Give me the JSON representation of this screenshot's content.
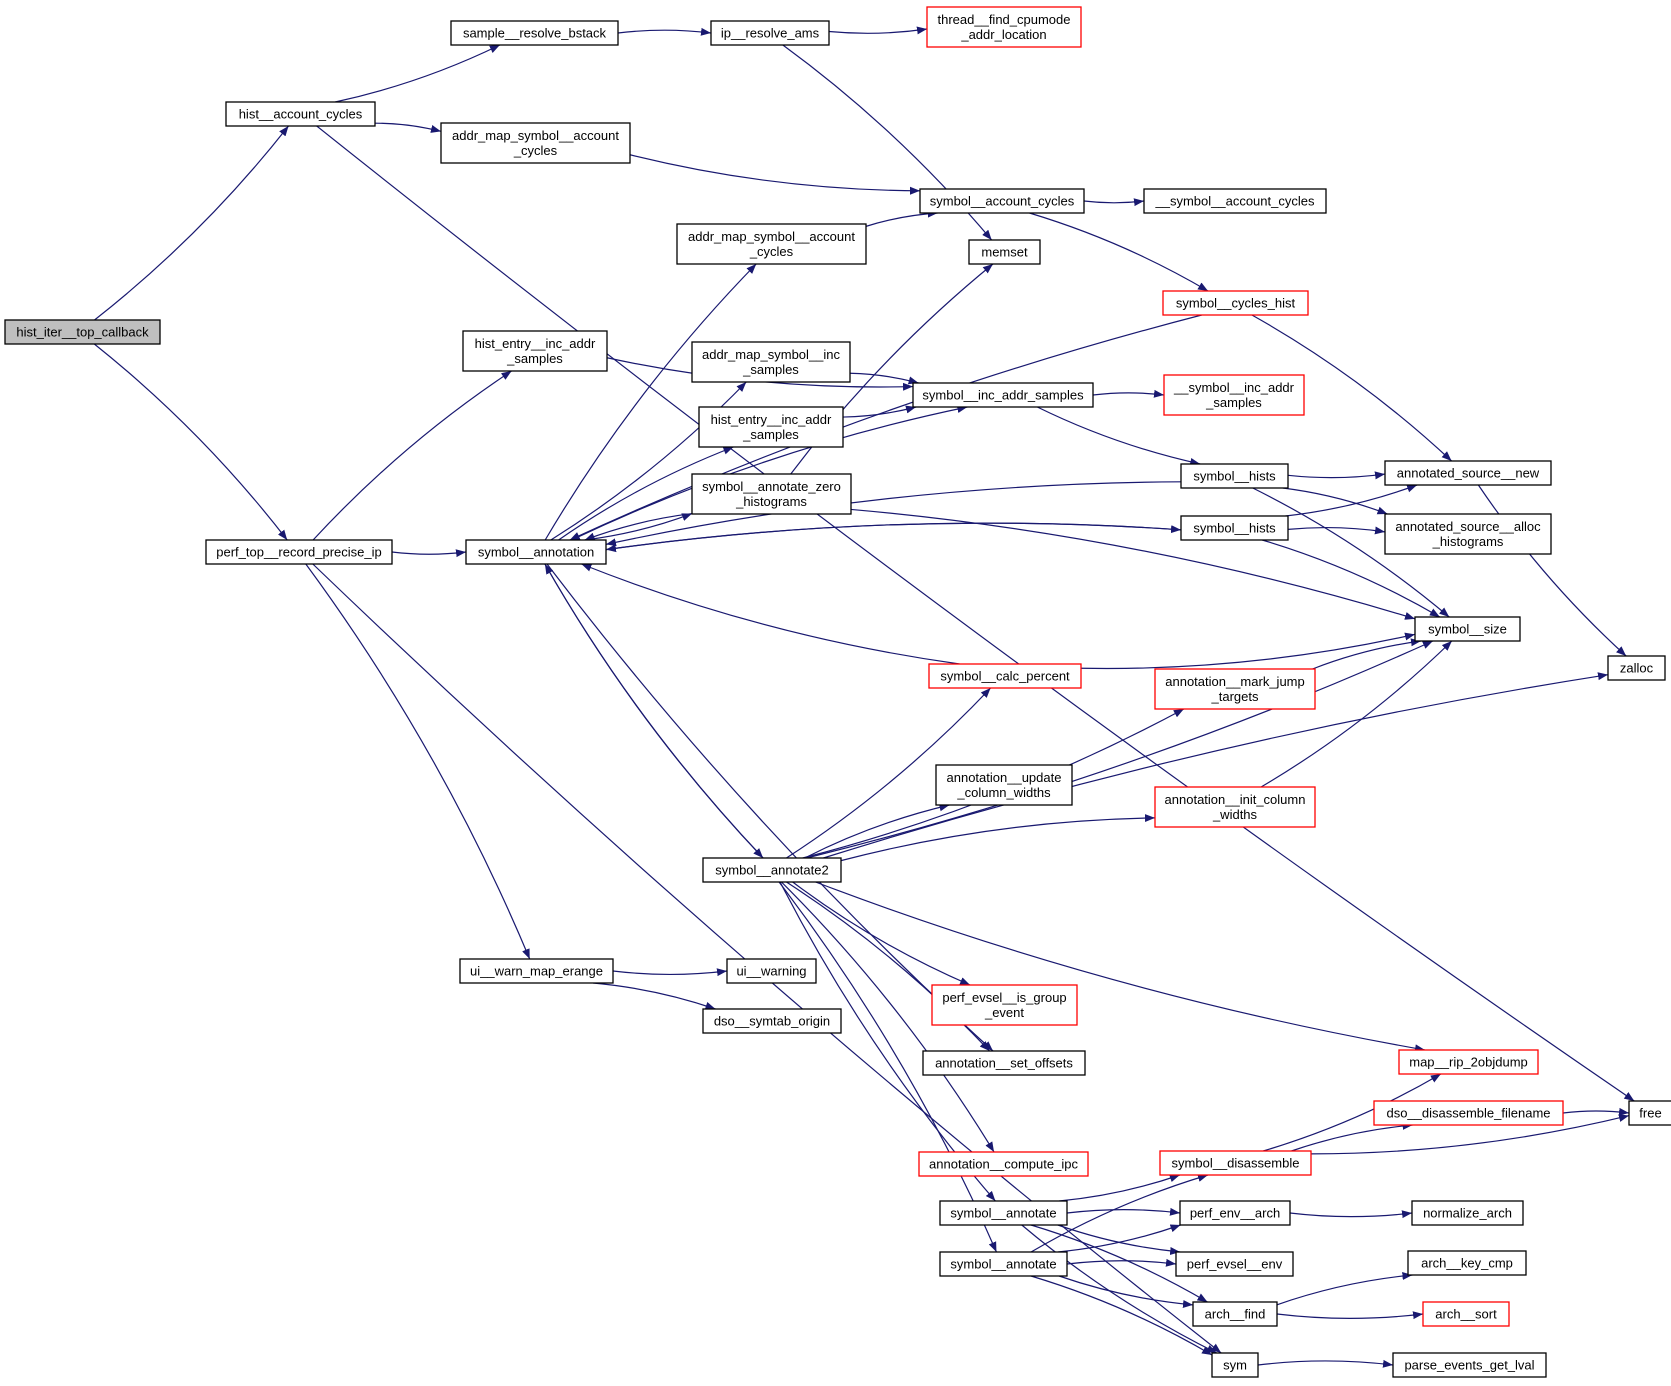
{
  "colors": {
    "edge": "#191970",
    "border_black": "#000000",
    "border_red": "#ff0000",
    "fill_root": "#bfbfbf",
    "fill_node": "#ffffff"
  },
  "nodes": [
    {
      "id": "hist_iter_top_callback",
      "lines": [
        "hist_iter__top_callback"
      ],
      "style": "root"
    },
    {
      "id": "hist_account_cycles",
      "lines": [
        "hist__account_cycles"
      ],
      "style": "black"
    },
    {
      "id": "sample_resolve_bstack",
      "lines": [
        "sample__resolve_bstack"
      ],
      "style": "black"
    },
    {
      "id": "ip_resolve_ams",
      "lines": [
        "ip__resolve_ams"
      ],
      "style": "black"
    },
    {
      "id": "thread_find_cpumode",
      "lines": [
        "thread__find_cpumode",
        "_addr_location"
      ],
      "style": "red"
    },
    {
      "id": "addr_map_symbol_account_cycles_a",
      "lines": [
        "addr_map_symbol__account",
        "_cycles"
      ],
      "style": "black"
    },
    {
      "id": "symbol_account_cycles",
      "lines": [
        "symbol__account_cycles"
      ],
      "style": "black"
    },
    {
      "id": "__symbol_account_cycles",
      "lines": [
        "__symbol__account_cycles"
      ],
      "style": "black"
    },
    {
      "id": "addr_map_symbol_account_cycles_b",
      "lines": [
        "addr_map_symbol__account",
        "_cycles"
      ],
      "style": "black"
    },
    {
      "id": "memset",
      "lines": [
        "memset"
      ],
      "style": "black"
    },
    {
      "id": "symbol_cycles_hist",
      "lines": [
        "symbol__cycles_hist"
      ],
      "style": "red"
    },
    {
      "id": "hist_entry_inc_addr_samples_a",
      "lines": [
        "hist_entry__inc_addr",
        "_samples"
      ],
      "style": "black"
    },
    {
      "id": "addr_map_symbol_inc_samples",
      "lines": [
        "addr_map_symbol__inc",
        "_samples"
      ],
      "style": "black"
    },
    {
      "id": "symbol_inc_addr_samples",
      "lines": [
        "symbol__inc_addr_samples"
      ],
      "style": "black"
    },
    {
      "id": "__symbol_inc_addr_samples",
      "lines": [
        "__symbol__inc_addr",
        "_samples"
      ],
      "style": "red"
    },
    {
      "id": "hist_entry_inc_addr_samples_b",
      "lines": [
        "hist_entry__inc_addr",
        "_samples"
      ],
      "style": "black"
    },
    {
      "id": "symbol_annotate_zero_histograms",
      "lines": [
        "symbol__annotate_zero",
        "_histograms"
      ],
      "style": "black"
    },
    {
      "id": "symbol_hists_a",
      "lines": [
        "symbol__hists"
      ],
      "style": "black"
    },
    {
      "id": "annotated_source_new",
      "lines": [
        "annotated_source__new"
      ],
      "style": "black"
    },
    {
      "id": "symbol_hists_b",
      "lines": [
        "symbol__hists"
      ],
      "style": "black"
    },
    {
      "id": "annotated_source_alloc_histograms",
      "lines": [
        "annotated_source__alloc",
        "_histograms"
      ],
      "style": "black"
    },
    {
      "id": "perf_top_record_precise_ip",
      "lines": [
        "perf_top__record_precise_ip"
      ],
      "style": "black"
    },
    {
      "id": "symbol_annotation",
      "lines": [
        "symbol__annotation"
      ],
      "style": "black"
    },
    {
      "id": "symbol_size",
      "lines": [
        "symbol__size"
      ],
      "style": "black"
    },
    {
      "id": "zalloc",
      "lines": [
        "zalloc"
      ],
      "style": "black"
    },
    {
      "id": "symbol_calc_percent",
      "lines": [
        "symbol__calc_percent"
      ],
      "style": "red"
    },
    {
      "id": "annotation_mark_jump_targets",
      "lines": [
        "annotation__mark_jump",
        "_targets"
      ],
      "style": "red"
    },
    {
      "id": "annotation_update_column_widths",
      "lines": [
        "annotation__update",
        "_column_widths"
      ],
      "style": "black"
    },
    {
      "id": "annotation_init_column_widths",
      "lines": [
        "annotation__init_column",
        "_widths"
      ],
      "style": "red"
    },
    {
      "id": "symbol_annotate2",
      "lines": [
        "symbol__annotate2"
      ],
      "style": "black"
    },
    {
      "id": "ui_warn_map_erange",
      "lines": [
        "ui__warn_map_erange"
      ],
      "style": "black"
    },
    {
      "id": "ui_warning",
      "lines": [
        "ui__warning"
      ],
      "style": "black"
    },
    {
      "id": "dso_symtab_origin",
      "lines": [
        "dso__symtab_origin"
      ],
      "style": "black"
    },
    {
      "id": "perf_evsel_is_group_event",
      "lines": [
        "perf_evsel__is_group",
        "_event"
      ],
      "style": "red"
    },
    {
      "id": "annotation_set_offsets",
      "lines": [
        "annotation__set_offsets"
      ],
      "style": "black"
    },
    {
      "id": "map_rip_2objdump",
      "lines": [
        "map__rip_2objdump"
      ],
      "style": "red"
    },
    {
      "id": "dso_disassemble_filename",
      "lines": [
        "dso__disassemble_filename"
      ],
      "style": "red"
    },
    {
      "id": "free",
      "lines": [
        "free"
      ],
      "style": "black"
    },
    {
      "id": "annotation_compute_ipc",
      "lines": [
        "annotation__compute_ipc"
      ],
      "style": "red"
    },
    {
      "id": "symbol_disassemble",
      "lines": [
        "symbol__disassemble"
      ],
      "style": "red"
    },
    {
      "id": "symbol_annotate_a",
      "lines": [
        "symbol__annotate"
      ],
      "style": "black"
    },
    {
      "id": "perf_env_arch",
      "lines": [
        "perf_env__arch"
      ],
      "style": "black"
    },
    {
      "id": "normalize_arch",
      "lines": [
        "normalize_arch"
      ],
      "style": "black"
    },
    {
      "id": "symbol_annotate_b",
      "lines": [
        "symbol__annotate"
      ],
      "style": "black"
    },
    {
      "id": "perf_evsel_env",
      "lines": [
        "perf_evsel__env"
      ],
      "style": "black"
    },
    {
      "id": "arch_key_cmp",
      "lines": [
        "arch__key_cmp"
      ],
      "style": "black"
    },
    {
      "id": "arch_find",
      "lines": [
        "arch__find"
      ],
      "style": "black"
    },
    {
      "id": "arch_sort",
      "lines": [
        "arch__sort"
      ],
      "style": "red"
    },
    {
      "id": "sym",
      "lines": [
        "sym"
      ],
      "style": "black"
    },
    {
      "id": "parse_events_get_lval",
      "lines": [
        "parse_events_get_lval"
      ],
      "style": "black"
    }
  ],
  "edges": [
    [
      "hist_iter_top_callback",
      "hist_account_cycles"
    ],
    [
      "hist_iter_top_callback",
      "perf_top_record_precise_ip"
    ],
    [
      "hist_account_cycles",
      "sample_resolve_bstack"
    ],
    [
      "hist_account_cycles",
      "addr_map_symbol_account_cycles_a"
    ],
    [
      "hist_account_cycles",
      "free"
    ],
    [
      "sample_resolve_bstack",
      "ip_resolve_ams"
    ],
    [
      "ip_resolve_ams",
      "thread_find_cpumode"
    ],
    [
      "ip_resolve_ams",
      "memset"
    ],
    [
      "addr_map_symbol_account_cycles_a",
      "symbol_account_cycles"
    ],
    [
      "addr_map_symbol_account_cycles_b",
      "symbol_account_cycles"
    ],
    [
      "symbol_account_cycles",
      "__symbol_account_cycles"
    ],
    [
      "symbol_account_cycles",
      "symbol_cycles_hist"
    ],
    [
      "symbol_cycles_hist",
      "symbol_annotation"
    ],
    [
      "symbol_cycles_hist",
      "annotated_source_new"
    ],
    [
      "hist_entry_inc_addr_samples_a",
      "symbol_inc_addr_samples"
    ],
    [
      "addr_map_symbol_inc_samples",
      "symbol_inc_addr_samples"
    ],
    [
      "hist_entry_inc_addr_samples_b",
      "symbol_inc_addr_samples"
    ],
    [
      "symbol_inc_addr_samples",
      "__symbol_inc_addr_samples"
    ],
    [
      "symbol_inc_addr_samples",
      "symbol_hists_a"
    ],
    [
      "symbol_annotate_zero_histograms",
      "memset"
    ],
    [
      "symbol_annotate_zero_histograms",
      "symbol_annotation"
    ],
    [
      "symbol_annotate_zero_histograms",
      "symbol_size"
    ],
    [
      "symbol_hists_a",
      "annotated_source_new"
    ],
    [
      "symbol_hists_a",
      "annotated_source_alloc_histograms"
    ],
    [
      "symbol_hists_a",
      "symbol_annotation"
    ],
    [
      "symbol_hists_a",
      "symbol_size"
    ],
    [
      "symbol_hists_b",
      "annotated_source_new"
    ],
    [
      "symbol_hists_b",
      "annotated_source_alloc_histograms"
    ],
    [
      "symbol_hists_b",
      "symbol_annotation"
    ],
    [
      "symbol_hists_b",
      "symbol_size"
    ],
    [
      "annotated_source_new",
      "zalloc"
    ],
    [
      "perf_top_record_precise_ip",
      "hist_entry_inc_addr_samples_a"
    ],
    [
      "perf_top_record_precise_ip",
      "symbol_annotation"
    ],
    [
      "perf_top_record_precise_ip",
      "ui_warn_map_erange"
    ],
    [
      "perf_top_record_precise_ip",
      "sym"
    ],
    [
      "symbol_annotation",
      "addr_map_symbol_account_cycles_b"
    ],
    [
      "symbol_annotation",
      "addr_map_symbol_inc_samples"
    ],
    [
      "symbol_annotation",
      "hist_entry_inc_addr_samples_b"
    ],
    [
      "symbol_annotation",
      "symbol_annotate_zero_histograms"
    ],
    [
      "symbol_annotation",
      "symbol_hists_b"
    ],
    [
      "symbol_annotation",
      "symbol_annotate2"
    ],
    [
      "symbol_annotation",
      "symbol_inc_addr_samples"
    ],
    [
      "symbol_annotation",
      "annotation_set_offsets"
    ],
    [
      "symbol_calc_percent",
      "symbol_annotation"
    ],
    [
      "symbol_calc_percent",
      "symbol_size"
    ],
    [
      "annotation_mark_jump_targets",
      "symbol_size"
    ],
    [
      "annotation_init_column_widths",
      "symbol_size"
    ],
    [
      "symbol_annotate2",
      "symbol_annotation"
    ],
    [
      "symbol_annotate2",
      "symbol_calc_percent"
    ],
    [
      "symbol_annotate2",
      "annotation_update_column_widths"
    ],
    [
      "symbol_annotate2",
      "annotation_mark_jump_targets"
    ],
    [
      "symbol_annotate2",
      "annotation_init_column_widths"
    ],
    [
      "symbol_annotate2",
      "symbol_size"
    ],
    [
      "symbol_annotate2",
      "zalloc"
    ],
    [
      "symbol_annotate2",
      "perf_evsel_is_group_event"
    ],
    [
      "symbol_annotate2",
      "annotation_set_offsets"
    ],
    [
      "symbol_annotate2",
      "map_rip_2objdump"
    ],
    [
      "symbol_annotate2",
      "annotation_compute_ipc"
    ],
    [
      "symbol_annotate2",
      "symbol_annotate_a"
    ],
    [
      "symbol_annotate2",
      "symbol_annotate_b"
    ],
    [
      "ui_warn_map_erange",
      "ui_warning"
    ],
    [
      "ui_warn_map_erange",
      "dso_symtab_origin"
    ],
    [
      "symbol_disassemble",
      "map_rip_2objdump"
    ],
    [
      "symbol_disassemble",
      "dso_disassemble_filename"
    ],
    [
      "symbol_disassemble",
      "free"
    ],
    [
      "dso_disassemble_filename",
      "free"
    ],
    [
      "symbol_annotate_a",
      "symbol_disassemble"
    ],
    [
      "symbol_annotate_a",
      "perf_env_arch"
    ],
    [
      "symbol_annotate_a",
      "perf_evsel_env"
    ],
    [
      "symbol_annotate_a",
      "arch_find"
    ],
    [
      "symbol_annotate_a",
      "sym"
    ],
    [
      "symbol_annotate_b",
      "symbol_disassemble"
    ],
    [
      "symbol_annotate_b",
      "perf_env_arch"
    ],
    [
      "symbol_annotate_b",
      "perf_evsel_env"
    ],
    [
      "symbol_annotate_b",
      "arch_find"
    ],
    [
      "symbol_annotate_b",
      "sym"
    ],
    [
      "perf_env_arch",
      "normalize_arch"
    ],
    [
      "arch_find",
      "arch_key_cmp"
    ],
    [
      "arch_find",
      "arch_sort"
    ],
    [
      "sym",
      "parse_events_get_lval"
    ]
  ]
}
